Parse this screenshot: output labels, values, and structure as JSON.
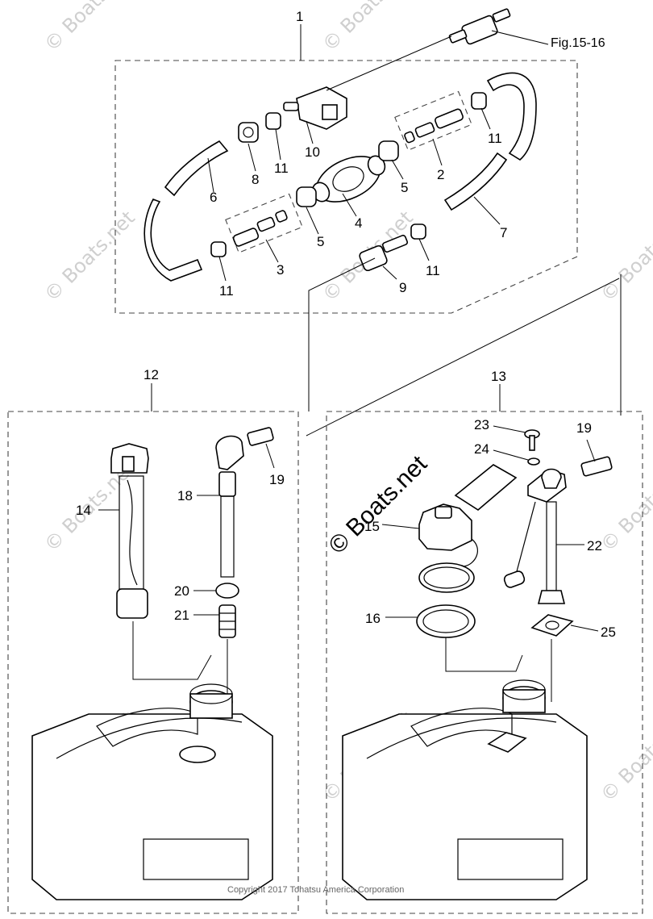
{
  "diagram": {
    "figure_reference": "Fig.15-16",
    "copyright": "Copyright 2017 Tohatsu America Corporation",
    "watermark_repeat": "© Boats.net",
    "watermark_main": "© Boats.net",
    "callouts": {
      "c1": "1",
      "c2": "2",
      "c3": "3",
      "c4": "4",
      "c5a": "5",
      "c5b": "5",
      "c6": "6",
      "c7": "7",
      "c8": "8",
      "c9": "9",
      "c10": "10",
      "c11a": "11",
      "c11b": "11",
      "c11c": "11",
      "c11d": "11",
      "c12": "12",
      "c13": "13",
      "c14": "14",
      "c15": "15",
      "c16": "16",
      "c18": "18",
      "c19a": "19",
      "c19b": "19",
      "c20": "20",
      "c21": "21",
      "c22": "22",
      "c23": "23",
      "c24": "24",
      "c25": "25"
    }
  }
}
